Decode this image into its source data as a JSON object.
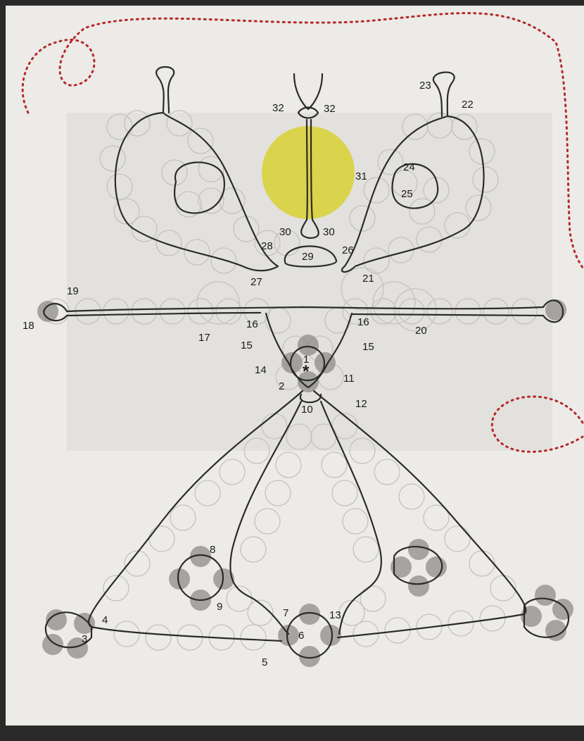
{
  "pattern": {
    "step_labels": [
      {
        "id": "1",
        "text": "1"
      },
      {
        "id": "2",
        "text": "2"
      },
      {
        "id": "3",
        "text": "3"
      },
      {
        "id": "4",
        "text": "4"
      },
      {
        "id": "5",
        "text": "5"
      },
      {
        "id": "6",
        "text": "6"
      },
      {
        "id": "7",
        "text": "7"
      },
      {
        "id": "8",
        "text": "8"
      },
      {
        "id": "9",
        "text": "9"
      },
      {
        "id": "10",
        "text": "10"
      },
      {
        "id": "11",
        "text": "11"
      },
      {
        "id": "12",
        "text": "12"
      },
      {
        "id": "13",
        "text": "13"
      },
      {
        "id": "14",
        "text": "14"
      },
      {
        "id": "15a",
        "text": "15"
      },
      {
        "id": "15b",
        "text": "15"
      },
      {
        "id": "16a",
        "text": "16"
      },
      {
        "id": "16b",
        "text": "16"
      },
      {
        "id": "17",
        "text": "17"
      },
      {
        "id": "18",
        "text": "18"
      },
      {
        "id": "19",
        "text": "19"
      },
      {
        "id": "20",
        "text": "20"
      },
      {
        "id": "21",
        "text": "21"
      },
      {
        "id": "22",
        "text": "22"
      },
      {
        "id": "23",
        "text": "23"
      },
      {
        "id": "24",
        "text": "24"
      },
      {
        "id": "25",
        "text": "25"
      },
      {
        "id": "26",
        "text": "26"
      },
      {
        "id": "27",
        "text": "27"
      },
      {
        "id": "28",
        "text": "28"
      },
      {
        "id": "29",
        "text": "29"
      },
      {
        "id": "30a",
        "text": "30"
      },
      {
        "id": "30b",
        "text": "30"
      },
      {
        "id": "31",
        "text": "31"
      },
      {
        "id": "32a",
        "text": "32"
      },
      {
        "id": "32b",
        "text": "32"
      }
    ],
    "start_mark": "*"
  },
  "colors": {
    "paper": "#ecebe8",
    "backdrop": "#2a2a2a",
    "thread": "#2b2b2b",
    "pin_outline": "#c4c2bd",
    "pin_fill": "#8f8c88",
    "highlight": "#d9d23c",
    "dotted_border": "#b52a2a"
  }
}
